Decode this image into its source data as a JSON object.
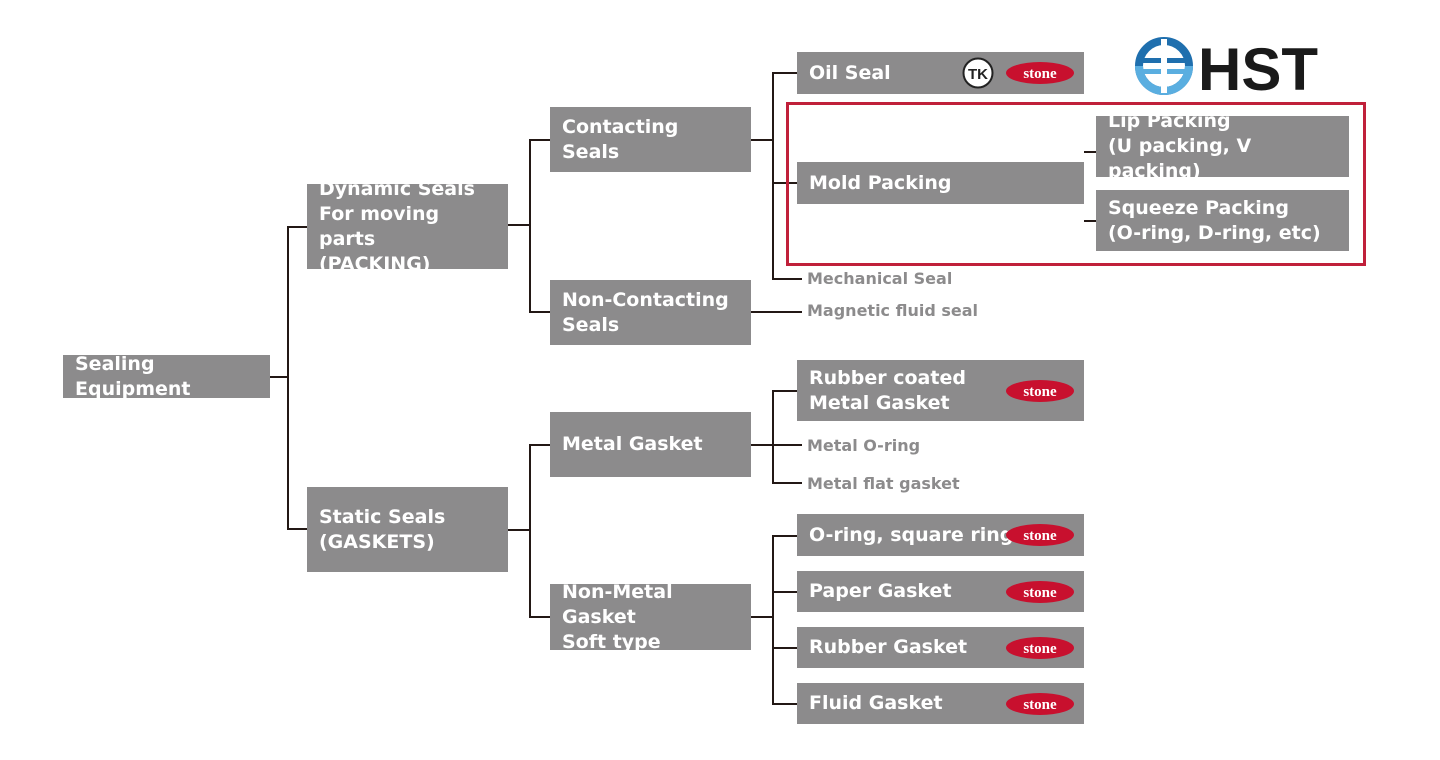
{
  "nodes": {
    "root": "Sealing Equipment",
    "dynamic": "Dynamic Seals\nFor moving parts\n(PACKING)",
    "static": "Static Seals\n(GASKETS)",
    "contacting": "Contacting Seals",
    "non_contacting": "Non-Contacting\nSeals",
    "metal_gasket": "Metal Gasket",
    "non_metal_gasket": "Non-Metal Gasket\nSoft type",
    "oil_seal": "Oil Seal",
    "mold_packing": "Mold Packing",
    "lip_packing": "Lip Packing\n(U packing, V packing)",
    "squeeze_packing": "Squeeze Packing\n(O-ring, D-ring, etc)",
    "rubber_coated": "Rubber coated\nMetal Gasket",
    "oring_square": "O-ring, square ring",
    "paper_gasket": "Paper Gasket",
    "rubber_gasket": "Rubber Gasket",
    "fluid_gasket": "Fluid Gasket"
  },
  "leaves": {
    "mechanical_seal": "Mechanical Seal",
    "magnetic_fluid_seal": "Magnetic fluid seal",
    "metal_oring": "Metal O-ring",
    "metal_flat_gasket": "Metal flat gasket"
  },
  "logos": {
    "hst": "HST",
    "stone": "stone",
    "tk": "TK"
  },
  "colors": {
    "box": "#8c8b8c",
    "line": "#231815",
    "highlight": "#c0203a",
    "stone_red": "#c8102e",
    "hst_blue": "#1f6fae",
    "hst_light_blue": "#5aaee0"
  }
}
